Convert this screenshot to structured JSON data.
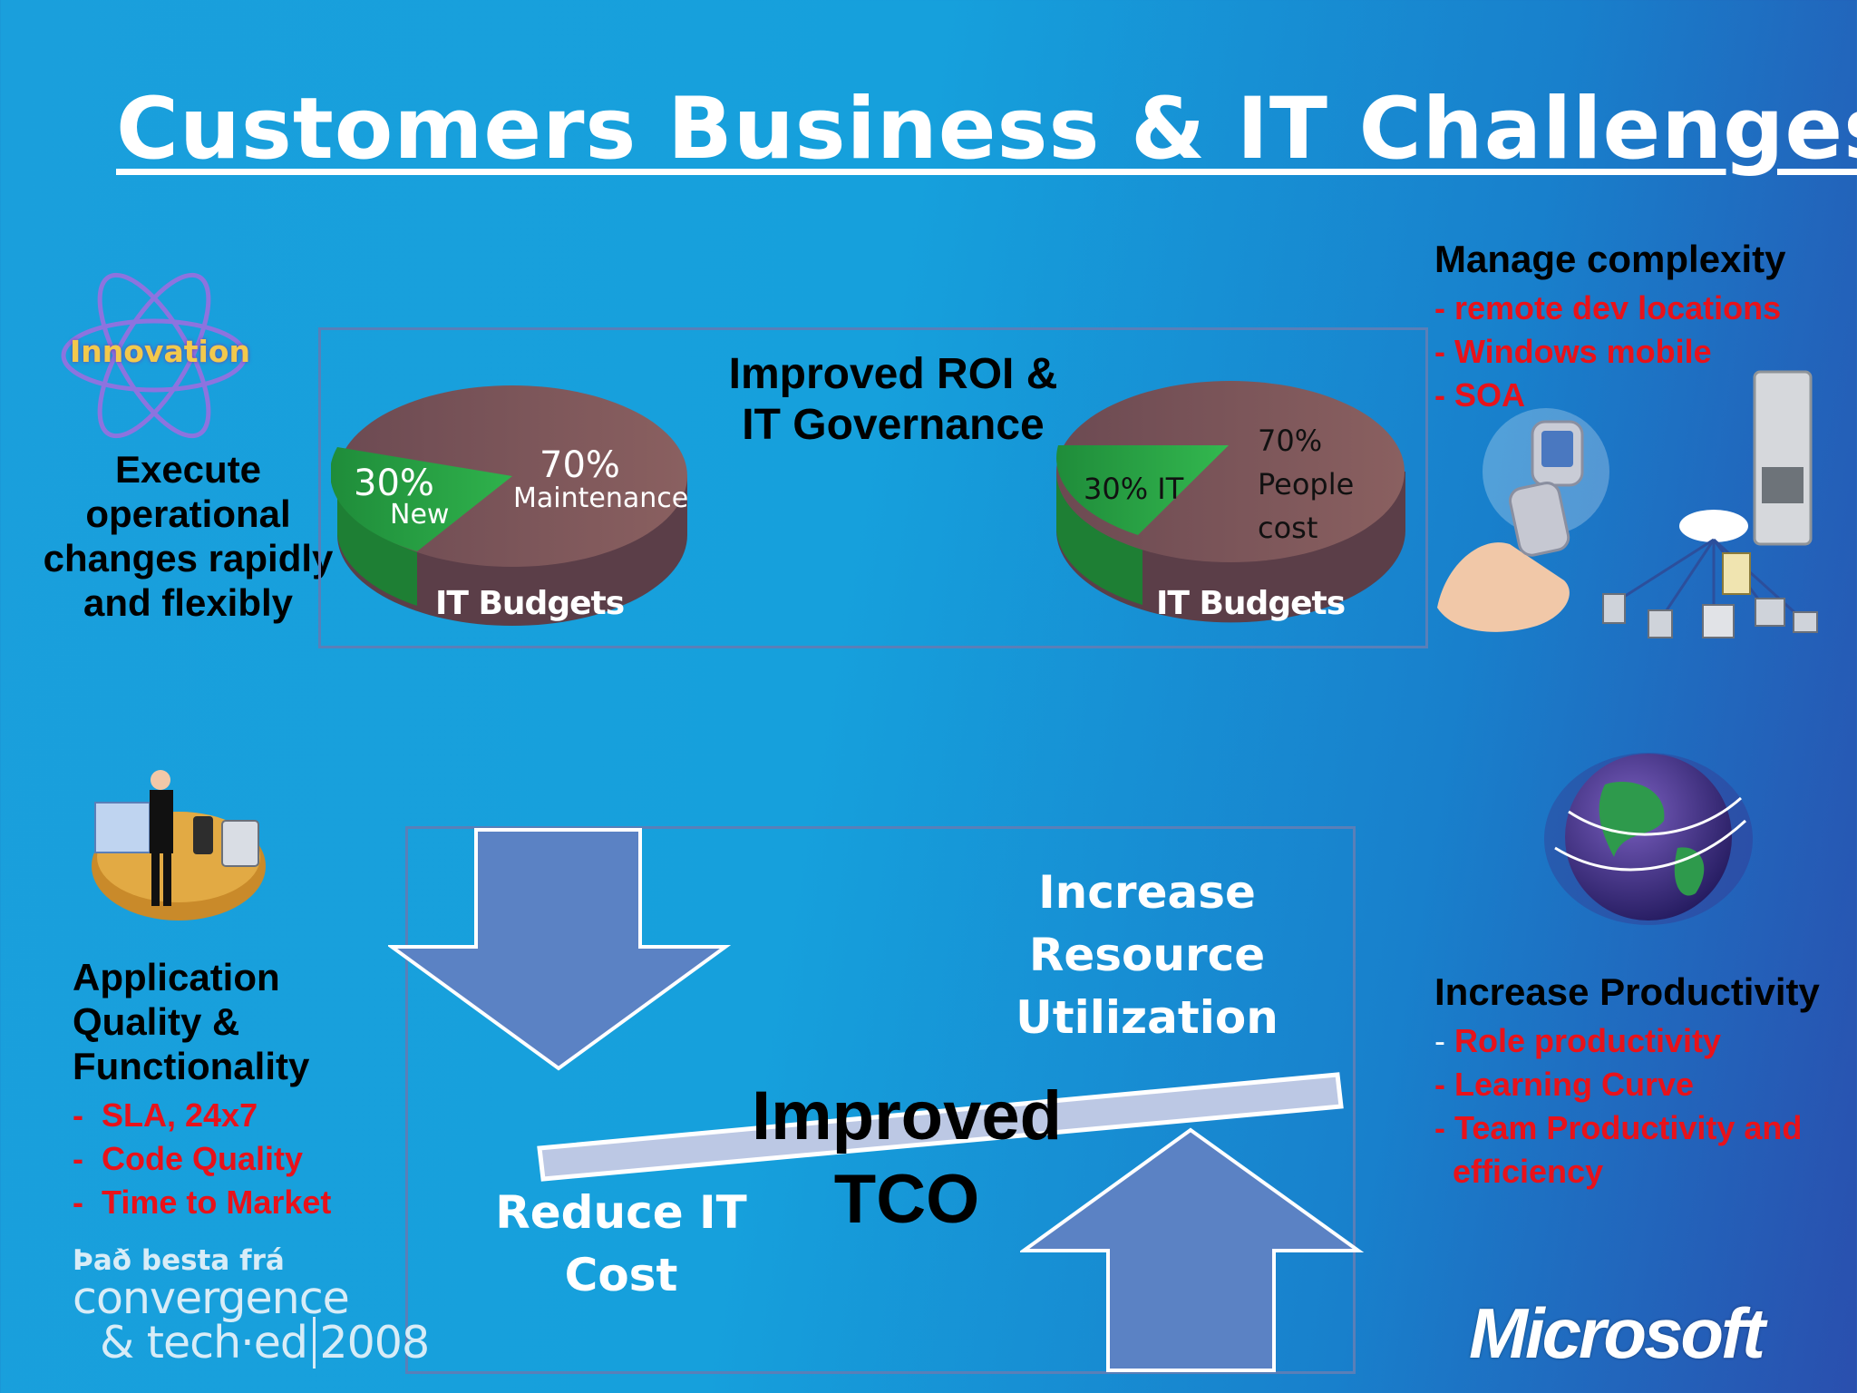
{
  "title": "Customers  Business & IT Challenges",
  "top_left": {
    "logo_text": "Innovation",
    "caption_lines": [
      "Execute",
      "operational",
      "changes rapidly",
      "and flexibly"
    ]
  },
  "roi_panel": {
    "heading_lines": [
      "Improved ROI &",
      "IT Governance"
    ],
    "pie_left": {
      "new_pct": "30%",
      "new_label": "New",
      "maint_pct": "70%",
      "maint_label": "Maintenance",
      "base_label": "IT Budgets"
    },
    "pie_right": {
      "it_label": "30% IT",
      "people_lines": [
        "70%",
        "People",
        "cost"
      ],
      "base_label": "IT Budgets"
    }
  },
  "top_right": {
    "heading": "Manage complexity",
    "items": [
      "remote dev locations",
      "Windows mobile",
      "SOA"
    ]
  },
  "bottom_left": {
    "heading_lines": [
      "Application",
      "Quality &",
      "Functionality"
    ],
    "items": [
      "SLA, 24x7",
      "Code Quality",
      "Time to Market"
    ]
  },
  "tco_panel": {
    "increase_lines": [
      "Increase",
      "Resource",
      "Utilization"
    ],
    "improved_lines": [
      "Improved",
      "TCO"
    ],
    "reduce_lines": [
      "Reduce IT",
      "Cost"
    ]
  },
  "bottom_right": {
    "heading": "Increase Productivity",
    "items": [
      "Role productivity",
      "Learning Curve",
      "Team Productivity and",
      "efficiency"
    ]
  },
  "event_logo": {
    "line1": "Það besta frá",
    "line2": "convergence",
    "line3": "& tech·ed",
    "year": "2008"
  },
  "brand": "Microsoft",
  "colors": {
    "background": "#16a0dc",
    "pie_green": "#2faa4a",
    "pie_brown": "#7a5a5a",
    "arrow_fill": "#5b82c4",
    "highlight_red": "#e8121a"
  },
  "icons": [
    "atom-icon",
    "phone-in-hand-icon",
    "network-diagram-icon",
    "businessman-devices-icon",
    "globe-icon"
  ]
}
